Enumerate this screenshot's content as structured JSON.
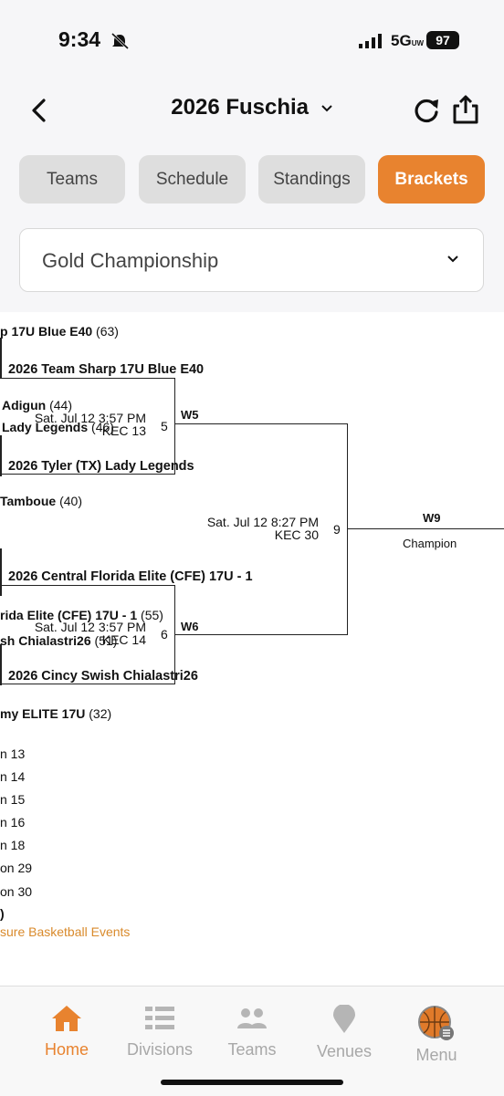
{
  "status": {
    "time": "9:34",
    "network": "5G",
    "network_sub": "UW",
    "battery": "97"
  },
  "header": {
    "title": "2026 Fuschia"
  },
  "tabs": [
    {
      "label": "Teams"
    },
    {
      "label": "Schedule"
    },
    {
      "label": "Standings"
    },
    {
      "label": "Brackets"
    }
  ],
  "bracket_select": {
    "value": "Gold Championship"
  },
  "bracket": {
    "side_rows": [
      {
        "name": "p 17U Blue E40",
        "score": "(63)"
      },
      {
        "name": "Adigun",
        "score": "(44)"
      },
      {
        "name": "Lady Legends",
        "score": "(46)"
      },
      {
        "name": "Tamboue",
        "score": "(40)"
      },
      {
        "name": "rida Elite (CFE) 17U - 1",
        "score": "(55)"
      },
      {
        "name": "sh Chialastri26",
        "score": "(51)"
      },
      {
        "name": "my ELITE 17U",
        "score": "(32)"
      }
    ],
    "teams": [
      "2026 Team Sharp 17U Blue E40",
      "2026 Tyler (TX) Lady Legends",
      "2026 Central Florida Elite (CFE) 17U - 1",
      "2026 Cincy Swish Chialastri26"
    ],
    "game5": {
      "time": "Sat. Jul 12 3:57 PM",
      "court": "KEC 13",
      "number": "5",
      "winner_label": "W5"
    },
    "game6": {
      "time": "Sat. Jul 12 3:57 PM",
      "court": "KEC 14",
      "number": "6",
      "winner_label": "W6"
    },
    "game9": {
      "time": "Sat. Jul 12 8:27 PM",
      "court": "KEC 30",
      "number": "9",
      "winner_label": "W9",
      "result": "Champion"
    },
    "list": [
      "n 13",
      "n 14",
      "n 15",
      "n 16",
      "n 18",
      "on 29",
      "on 30",
      ")"
    ],
    "footer_link": "sure Basketball Events"
  },
  "tabbar": [
    {
      "label": "Home",
      "icon": "home-icon"
    },
    {
      "label": "Divisions",
      "icon": "divisions-icon"
    },
    {
      "label": "Teams",
      "icon": "teams-icon"
    },
    {
      "label": "Venues",
      "icon": "venues-icon"
    },
    {
      "label": "Menu",
      "icon": "menu-icon"
    }
  ],
  "colors": {
    "accent": "#e8832f",
    "link": "#d98a2b"
  }
}
